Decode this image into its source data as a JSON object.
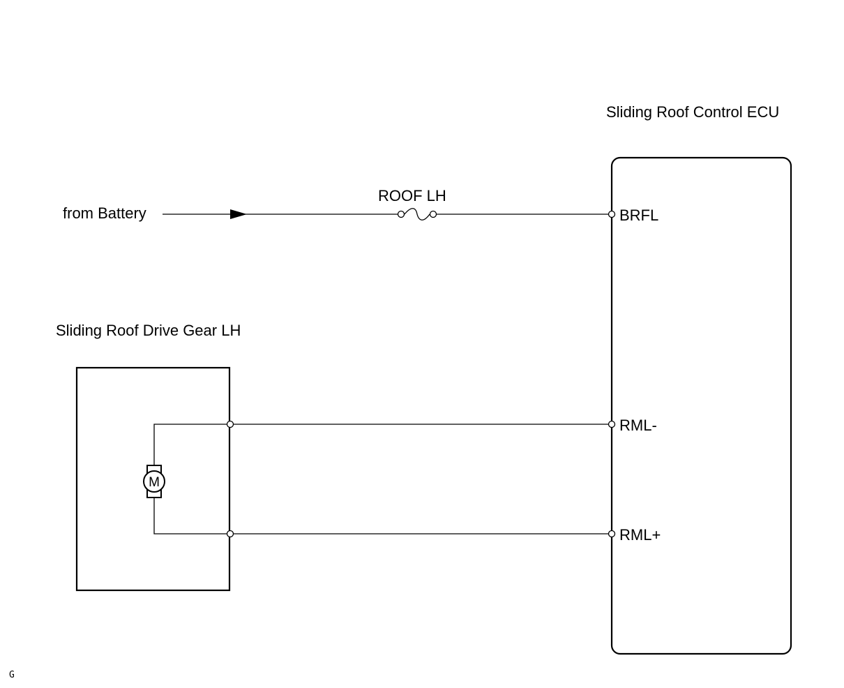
{
  "ecu": {
    "title": "Sliding Roof Control ECU",
    "pins": {
      "brfl": "BRFL",
      "rml_minus": "RML-",
      "rml_plus": "RML+"
    }
  },
  "source": {
    "label": "from Battery"
  },
  "fuse": {
    "label": "ROOF LH"
  },
  "drive_gear": {
    "title": "Sliding Roof Drive Gear LH",
    "motor_symbol": "M"
  },
  "corner_mark": "G"
}
